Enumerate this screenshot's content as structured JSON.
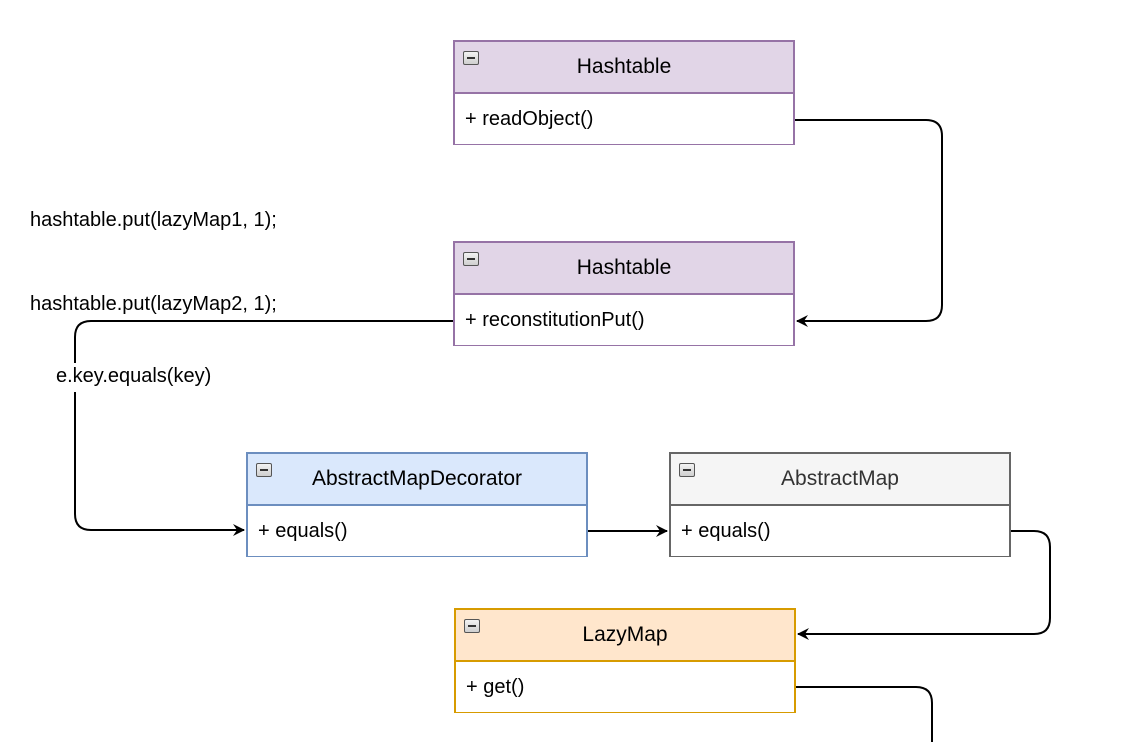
{
  "notes": {
    "code_lines": [
      "hashtable.put(lazyMap1, 1);",
      "hashtable.put(lazyMap2, 1);"
    ],
    "edge_label": "e.key.equals(key)"
  },
  "classes": [
    {
      "title": "Hashtable",
      "method": "+ readObject()",
      "border_color": "#9673a6",
      "header_fill": "#e1d5e7",
      "title_color": "#000000"
    },
    {
      "title": "Hashtable",
      "method": "+ reconstitutionPut()",
      "border_color": "#9673a6",
      "header_fill": "#e1d5e7",
      "title_color": "#000000"
    },
    {
      "title": "AbstractMapDecorator",
      "method": "+ equals()",
      "border_color": "#6c8ebf",
      "header_fill": "#dae8fc",
      "title_color": "#000000"
    },
    {
      "title": "AbstractMap",
      "method": "+ equals()",
      "border_color": "#666666",
      "header_fill": "#f5f5f5",
      "title_color": "#333333"
    },
    {
      "title": "LazyMap",
      "method": "+ get()",
      "border_color": "#d79b00",
      "header_fill": "#ffe6cc",
      "title_color": "#000000"
    }
  ],
  "edge_color": "#000000"
}
